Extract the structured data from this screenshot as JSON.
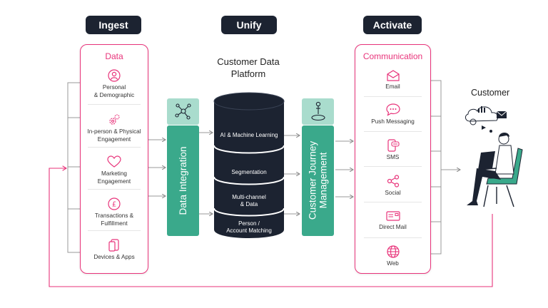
{
  "stages": {
    "ingest": "Ingest",
    "unify": "Unify",
    "activate": "Activate"
  },
  "ingest_panel": {
    "title": "Data",
    "items": [
      {
        "label": "Personal\n& Demographic",
        "icon": "person-icon"
      },
      {
        "label": "In-person & Physical\nEngagement",
        "icon": "gears-icon"
      },
      {
        "label": "Marketing\nEngagement",
        "icon": "heart-icon"
      },
      {
        "label": "Transactions &\nFulfillment",
        "icon": "pound-icon"
      },
      {
        "label": "Devices & Apps",
        "icon": "devices-icon"
      }
    ]
  },
  "data_integration": {
    "label": "Data Integration",
    "icon": "network-icon"
  },
  "cdp": {
    "title_line1": "Customer Data",
    "title_line2": "Platform",
    "segments": [
      "AI & Machine Learning",
      "Segmentation",
      "Multi-channel\n& Data",
      "Person /\nAccount Matching"
    ]
  },
  "journey": {
    "label_line1": "Customer Journey",
    "label_line2": "Management",
    "icon": "person-pin-icon"
  },
  "activate_panel": {
    "title": "Communication",
    "items": [
      {
        "label": "Email",
        "icon": "email-icon"
      },
      {
        "label": "Push Messaging",
        "icon": "chat-icon"
      },
      {
        "label": "SMS",
        "icon": "sms-icon"
      },
      {
        "label": "Social",
        "icon": "share-icon"
      },
      {
        "label": "Direct Mail",
        "icon": "mail-card-icon"
      },
      {
        "label": "Web",
        "icon": "globe-icon"
      }
    ]
  },
  "customer": {
    "label": "Customer"
  },
  "colors": {
    "accent": "#e8337a",
    "dark": "#1c2331",
    "green": "#3aa98b",
    "green_light": "#a9dccd"
  }
}
